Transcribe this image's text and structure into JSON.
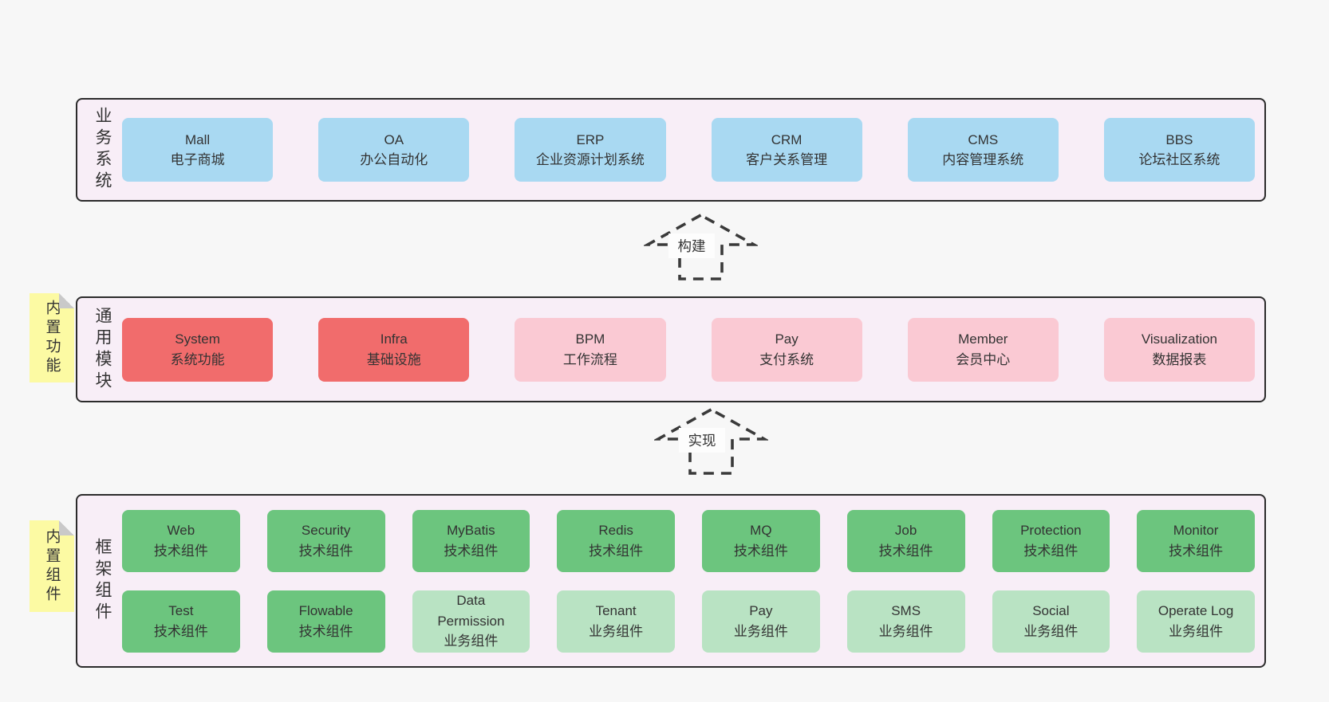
{
  "palette": {
    "page-bg": "#f7f7f7",
    "layer-fill": "#f8eef7",
    "layer-border": "#2b2b2b",
    "blue": "#a9d9f2",
    "red": "#f16c6c",
    "pink": "#fac9d3",
    "green": "#6cc57e",
    "green-light": "#b9e3c3",
    "tag-yellow": "#fcfaa3",
    "fold-gray": "#c9c9c9",
    "ink": "#333333",
    "arrow": "#3a3a3a",
    "label-bg": "#fdfdfd"
  },
  "layers": [
    {
      "label": "业务系统",
      "boxes": [
        {
          "title": "Mall",
          "subtitle": "电子商城",
          "variant": "blue"
        },
        {
          "title": "OA",
          "subtitle": "办公自动化",
          "variant": "blue"
        },
        {
          "title": "ERP",
          "subtitle": "企业资源计划系统",
          "variant": "blue"
        },
        {
          "title": "CRM",
          "subtitle": "客户关系管理",
          "variant": "blue"
        },
        {
          "title": "CMS",
          "subtitle": "内容管理系统",
          "variant": "blue"
        },
        {
          "title": "BBS",
          "subtitle": "论坛社区系统",
          "variant": "blue"
        }
      ]
    },
    {
      "label": "通用模块",
      "tag": "内置功能",
      "boxes": [
        {
          "title": "System",
          "subtitle": "系统功能",
          "variant": "red"
        },
        {
          "title": "Infra",
          "subtitle": "基础设施",
          "variant": "red"
        },
        {
          "title": "BPM",
          "subtitle": "工作流程",
          "variant": "pink"
        },
        {
          "title": "Pay",
          "subtitle": "支付系统",
          "variant": "pink"
        },
        {
          "title": "Member",
          "subtitle": "会员中心",
          "variant": "pink"
        },
        {
          "title": "Visualization",
          "subtitle": "数据报表",
          "variant": "pink"
        }
      ]
    },
    {
      "label": "框架组件",
      "tag": "内置组件",
      "boxes": [
        {
          "title": "Web",
          "subtitle": "技术组件",
          "variant": "green"
        },
        {
          "title": "Security",
          "subtitle": "技术组件",
          "variant": "green"
        },
        {
          "title": "MyBatis",
          "subtitle": "技术组件",
          "variant": "green"
        },
        {
          "title": "Redis",
          "subtitle": "技术组件",
          "variant": "green"
        },
        {
          "title": "MQ",
          "subtitle": "技术组件",
          "variant": "green"
        },
        {
          "title": "Job",
          "subtitle": "技术组件",
          "variant": "green"
        },
        {
          "title": "Protection",
          "subtitle": "技术组件",
          "variant": "green"
        },
        {
          "title": "Monitor",
          "subtitle": "技术组件",
          "variant": "green"
        },
        {
          "title": "Test",
          "subtitle": "技术组件",
          "variant": "green"
        },
        {
          "title": "Flowable",
          "subtitle": "技术组件",
          "variant": "green"
        },
        {
          "title": "Data Permission",
          "subtitle": "业务组件",
          "variant": "green-light"
        },
        {
          "title": "Tenant",
          "subtitle": "业务组件",
          "variant": "green-light"
        },
        {
          "title": "Pay",
          "subtitle": "业务组件",
          "variant": "green-light"
        },
        {
          "title": "SMS",
          "subtitle": "业务组件",
          "variant": "green-light"
        },
        {
          "title": "Social",
          "subtitle": "业务组件",
          "variant": "green-light"
        },
        {
          "title": "Operate Log",
          "subtitle": "业务组件",
          "variant": "green-light"
        }
      ]
    }
  ],
  "arrows": [
    {
      "label": "构建"
    },
    {
      "label": "实现"
    }
  ]
}
